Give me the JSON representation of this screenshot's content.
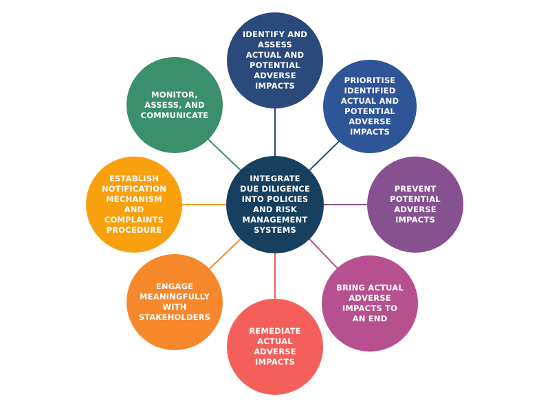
{
  "diagram": {
    "center": {
      "label": "INTEGRATE\nDUE DILIGENCE\nINTO POLICIES\nAND RISK\nMANAGEMENT\nSYSTEMS",
      "color": "#173f5f"
    },
    "nodes": [
      {
        "label": "IDENTIFY AND\nASSESS\nACTUAL AND\nPOTENTIAL\nADVERSE\nIMPACTS",
        "color": "#2a4a7c"
      },
      {
        "label": "PRIORITISE\nIDENTIFIED\nACTUAL AND\nPOTENTIAL\nADVERSE\nIMPACTS",
        "color": "#2d5597"
      },
      {
        "label": "PREVENT\nPOTENTIAL\nADVERSE\nIMPACTS",
        "color": "#875090"
      },
      {
        "label": "BRING ACTUAL\nADVERSE\nIMPACTS TO\nAN END",
        "color": "#b7508e"
      },
      {
        "label": "REMEDIATE\nACTUAL\nADVERSE\nIMPACTS",
        "color": "#f45f5c"
      },
      {
        "label": "ENGAGE\nMEANINGFULLY\nWITH\nSTAKEHOLDERS",
        "color": "#f7872b"
      },
      {
        "label": "ESTABLISH\nNOTIFICATION\nMECHANISM\nAND\nCOMPLAINTS\nPROCEDURE",
        "color": "#f9a00f"
      },
      {
        "label": "MONITOR,\nASSESS, AND\nCOMMUNICATE",
        "color": "#3a8f6c"
      }
    ]
  }
}
